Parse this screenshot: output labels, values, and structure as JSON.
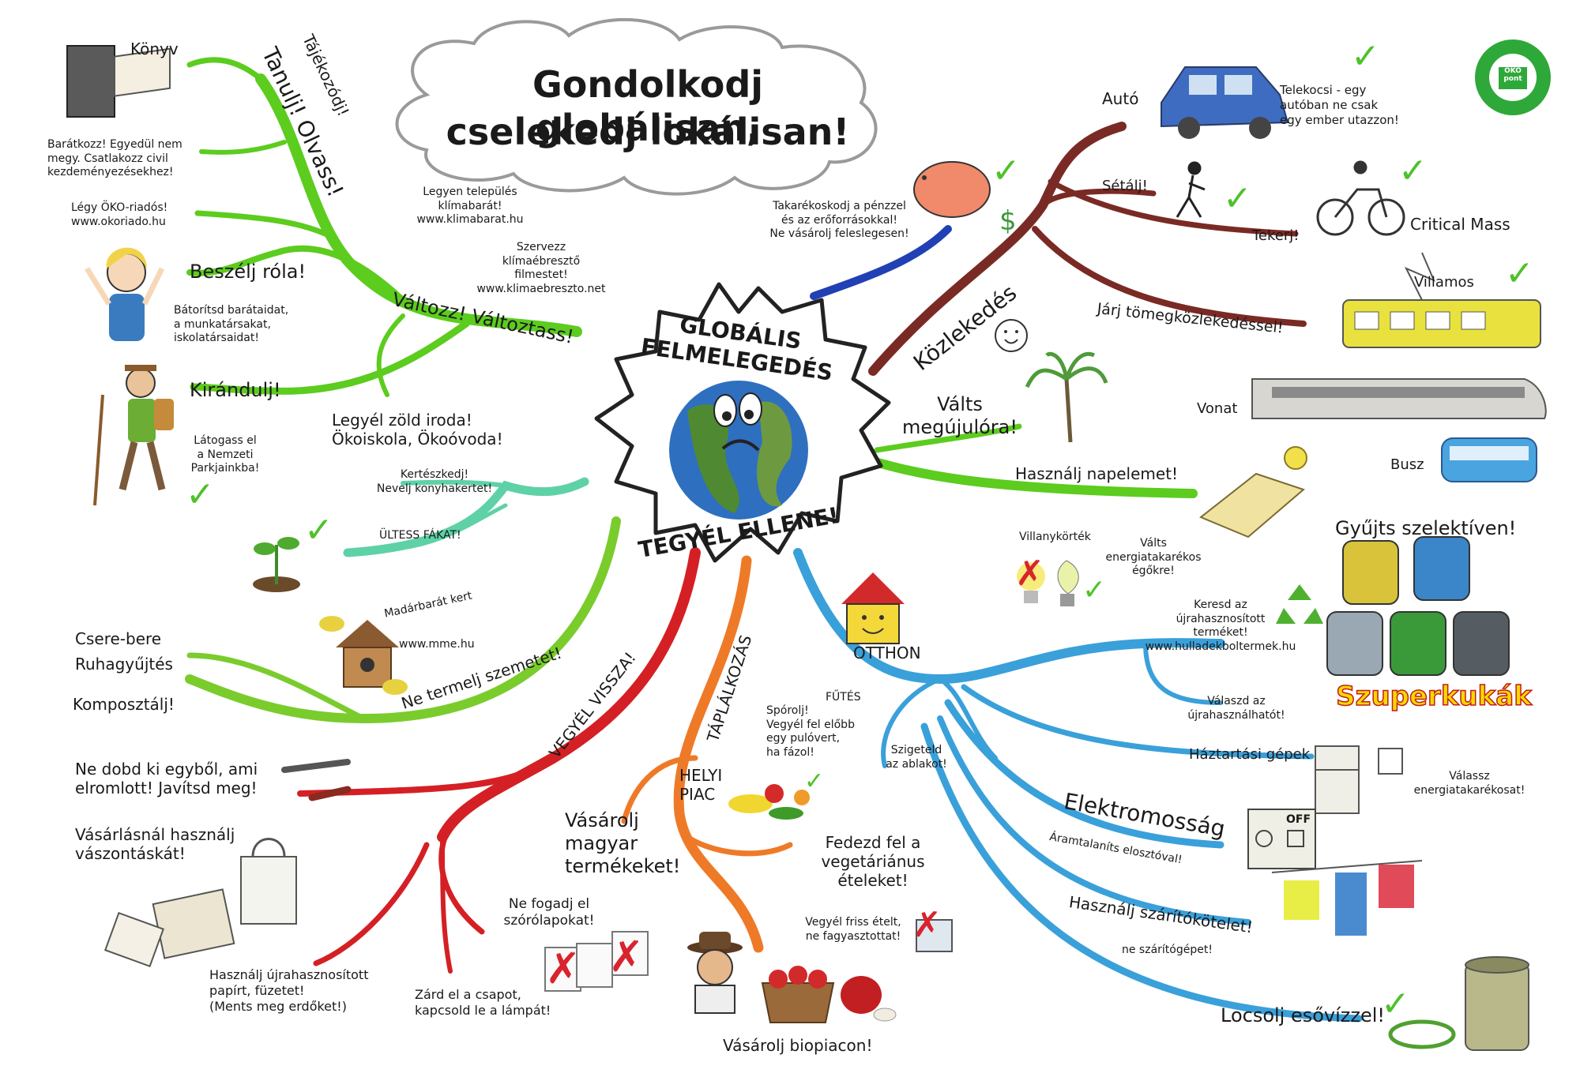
{
  "title": {
    "line1": "Gondolkodj globálisan,",
    "line2": "cselekedj lokálisan!"
  },
  "center": {
    "top": "GLOBÁLIS\nFELMELEGEDÉS",
    "bottom": "TEGYÉL ELLENE!"
  },
  "colors": {
    "green": "#5ccc1e",
    "teal": "#5ed1a7",
    "lightgreen": "#7acc2c",
    "red": "#d42024",
    "orange": "#ee7a28",
    "blue": "#3aa0da",
    "brown": "#7a2a24",
    "navy": "#2040b4",
    "center_border": "#222222"
  },
  "icons": [
    "book-icon",
    "girl-icon",
    "hiker-icon",
    "seedling-icon",
    "birdhouse-icon",
    "wrench-icon",
    "bag-icon",
    "paper-icon",
    "flyers-icon",
    "farmer-icon",
    "basket-icon",
    "vegetables-icon",
    "frozen-food-icon",
    "house-icon",
    "bulb-icon",
    "recycle-icon",
    "bins-icon",
    "fridge-icon",
    "switch-icon",
    "laundry-icon",
    "rain-barrel-icon",
    "hose-icon",
    "piggy-bank-icon",
    "car-icon",
    "walker-icon",
    "bicycle-icon",
    "tram-icon",
    "train-icon",
    "bus-icon",
    "palm-icon",
    "solar-panel-icon",
    "sun-icon",
    "smiley-icon",
    "earth-icon",
    "logo-icon"
  ],
  "labels": {
    "konyv": "Könyv",
    "tajekozodj": "Tájékozódj!",
    "tanulj": "Tanulj! Olvass!",
    "baratkozz": "Barátkozz! Egyedül nem\nmegy. Csatlakozz civil\nkezdeményezésekhez!",
    "okoriados": "Légy ÖKO-riadós!\nwww.okoriado.hu",
    "telepules": "Legyen település\nklímabarát!\nwww.klimabarat.hu",
    "szervezz": "Szervezz\nklímaébresztő\nfilmestet!\nwww.klimaebreszto.net",
    "beszelj": "Beszélj róla!",
    "batoritsd": "Bátorítsd barátaidat,\na munkatársakat,\niskolatársaidat!",
    "valtozz": "Változz! Változtass!",
    "kirandulj": "Kirándulj!",
    "latogass": "Látogass el\na Nemzeti\nParkjainkba!",
    "zold_iroda": "Legyél zöld iroda!\nÖkoiskola, Ökoóvoda!",
    "kerteszkedj": "Kertészkedj!\nNevelj konyhakertet!",
    "ultess": "ÜLTESS FÁKAT!",
    "madarbarat": "Madárbarát kert",
    "mme": "www.mme.hu",
    "csere": "Csere-bere\nRuhagyűjtés",
    "komposztalj": "Komposztálj!",
    "ne_termelj": "Ne termelj szemetet!",
    "vegyel_vissza": "VEGYÉL VISSZA!",
    "ne_dobd": "Ne dobd ki egyből, ami\nelromlott! Javítsd meg!",
    "vaszontaska": "Vásárlásnál használj\nvászontáskát!",
    "ujrapapir": "Használj újrahasznosított\npapírt, füzetet!\n(Ments meg erdőket!)",
    "ne_fogadj": "Ne fogadj el\nszórólapokat!",
    "zard": "Zárd el a csapot,\nkapcsold le a lámpát!",
    "taplalkozas": "TÁPLÁLKOZÁS",
    "helyi_piac": "HELYI\nPIAC",
    "vasarolj_magyar": "Vásárolj\nmagyar\ntermékeket!",
    "fedezd": "Fedezd fel a\nvegetáriánus\nételeket!",
    "friss": "Vegyél friss ételt,\nne fagyasztottat!",
    "biopiac": "Vásárolj biopiacon!",
    "takarekoskodj": "Takarékoskodj a pénzzel\nés az erőforrásokkal!\nNe vásárolj feleslegesen!",
    "dollar": "$",
    "otthon": "OTTHON",
    "futes": "FŰTÉS",
    "sporolj": "Spórolj!\nVegyél fel előbb\negy pulóvert,\nha fázol!",
    "szigeteld": "Szigeteld\naz ablakot!",
    "villanykortek": "Villanykörték",
    "valts_egok": "Válts\nenergiatakarékos\négőkre!",
    "keresd": "Keresd az\nújrahasznosított\nterméket!\nwww.hulladekboltermek.hu",
    "valaszd": "Válaszd az\nújrahasználhatót!",
    "haztartasi": "Háztartási gépek",
    "valassz": "Válassz\nenergiatakarékosat!",
    "elektromossag": "Elektromosság",
    "aramtalanits": "Áramtalaníts elosztóval!",
    "off": "OFF",
    "szaritokotelet": "Használj szárítókötelet!",
    "ne_szaritogep": "ne szárítógépet!",
    "locsolj": "Locsolj esővízzel!",
    "gyujts": "Gyűjts szelektíven!",
    "szuperkukak": "Szuperkukák",
    "kozlekedes": "Közlekedés",
    "auto": "Autó",
    "telekocsi": "Telekocsi - egy\nautóban ne csak\negy ember utazzon!",
    "setalj": "Sétálj!",
    "tekerj": "Tekerj!",
    "critical_mass": "Critical Mass",
    "villamos": "Villamos",
    "tomegkozlekedes": "Járj tömegközlekedéssel!",
    "vonat": "Vonat",
    "busz": "Busz",
    "valts_megujulora": "Válts\nmegújulóra!",
    "napelem": "Használj napelemet!",
    "logo": "ÖKO\npont"
  }
}
